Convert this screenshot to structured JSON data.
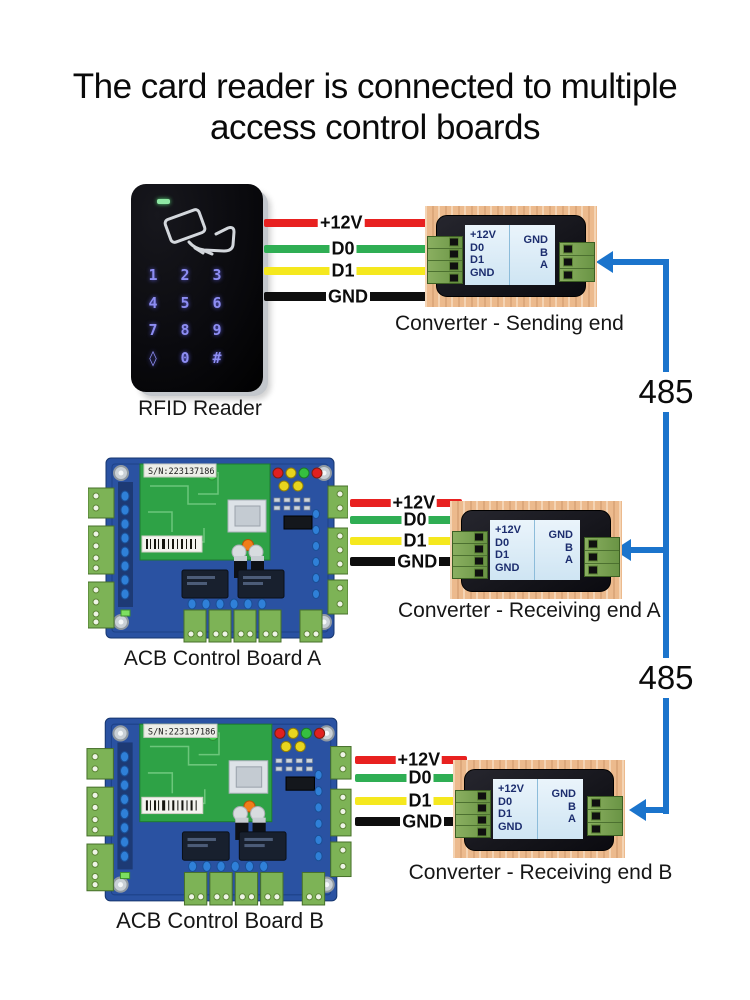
{
  "title": {
    "line1": "The card reader is connected to multiple",
    "line2": "access control boards"
  },
  "reader": {
    "caption": "RFID Reader",
    "keys": [
      "1",
      "2",
      "3",
      "4",
      "5",
      "6",
      "7",
      "8",
      "9",
      "◊",
      "0",
      "#"
    ],
    "led_color": "#8fe8a4"
  },
  "wires": {
    "labels": [
      "+12V",
      "D0",
      "D1",
      "GND"
    ],
    "colors": {
      "+12V": "#e82120",
      "D0": "#2fae54",
      "D1": "#f5e81e",
      "GND": "#0e0e0e"
    }
  },
  "converters": {
    "panel": {
      "left": "+12V\nD0\nD1\nGND",
      "right": "GND\nB\nA"
    },
    "sending": {
      "caption": "Converter - Sending end"
    },
    "receiving_a": {
      "caption": "Converter - Receiving end A"
    },
    "receiving_b": {
      "caption": "Converter - Receiving end B"
    },
    "body_color": "#15151b",
    "wood_color": "#ecba8d",
    "terminal_color": "#6a9445"
  },
  "bus": {
    "label": "485",
    "color": "#1b74cc",
    "connections": [
      "Converter - Sending end",
      "Converter - Receiving end A",
      "Converter - Receiving end B"
    ]
  },
  "boards": {
    "a": {
      "caption": "ACB Control Board A",
      "serial": "S/N:223137186"
    },
    "b": {
      "caption": "ACB Control Board B",
      "serial": "S/N:223137186"
    },
    "pcb_blue": "#2a52a2",
    "pcb_green": "#2ea246"
  }
}
